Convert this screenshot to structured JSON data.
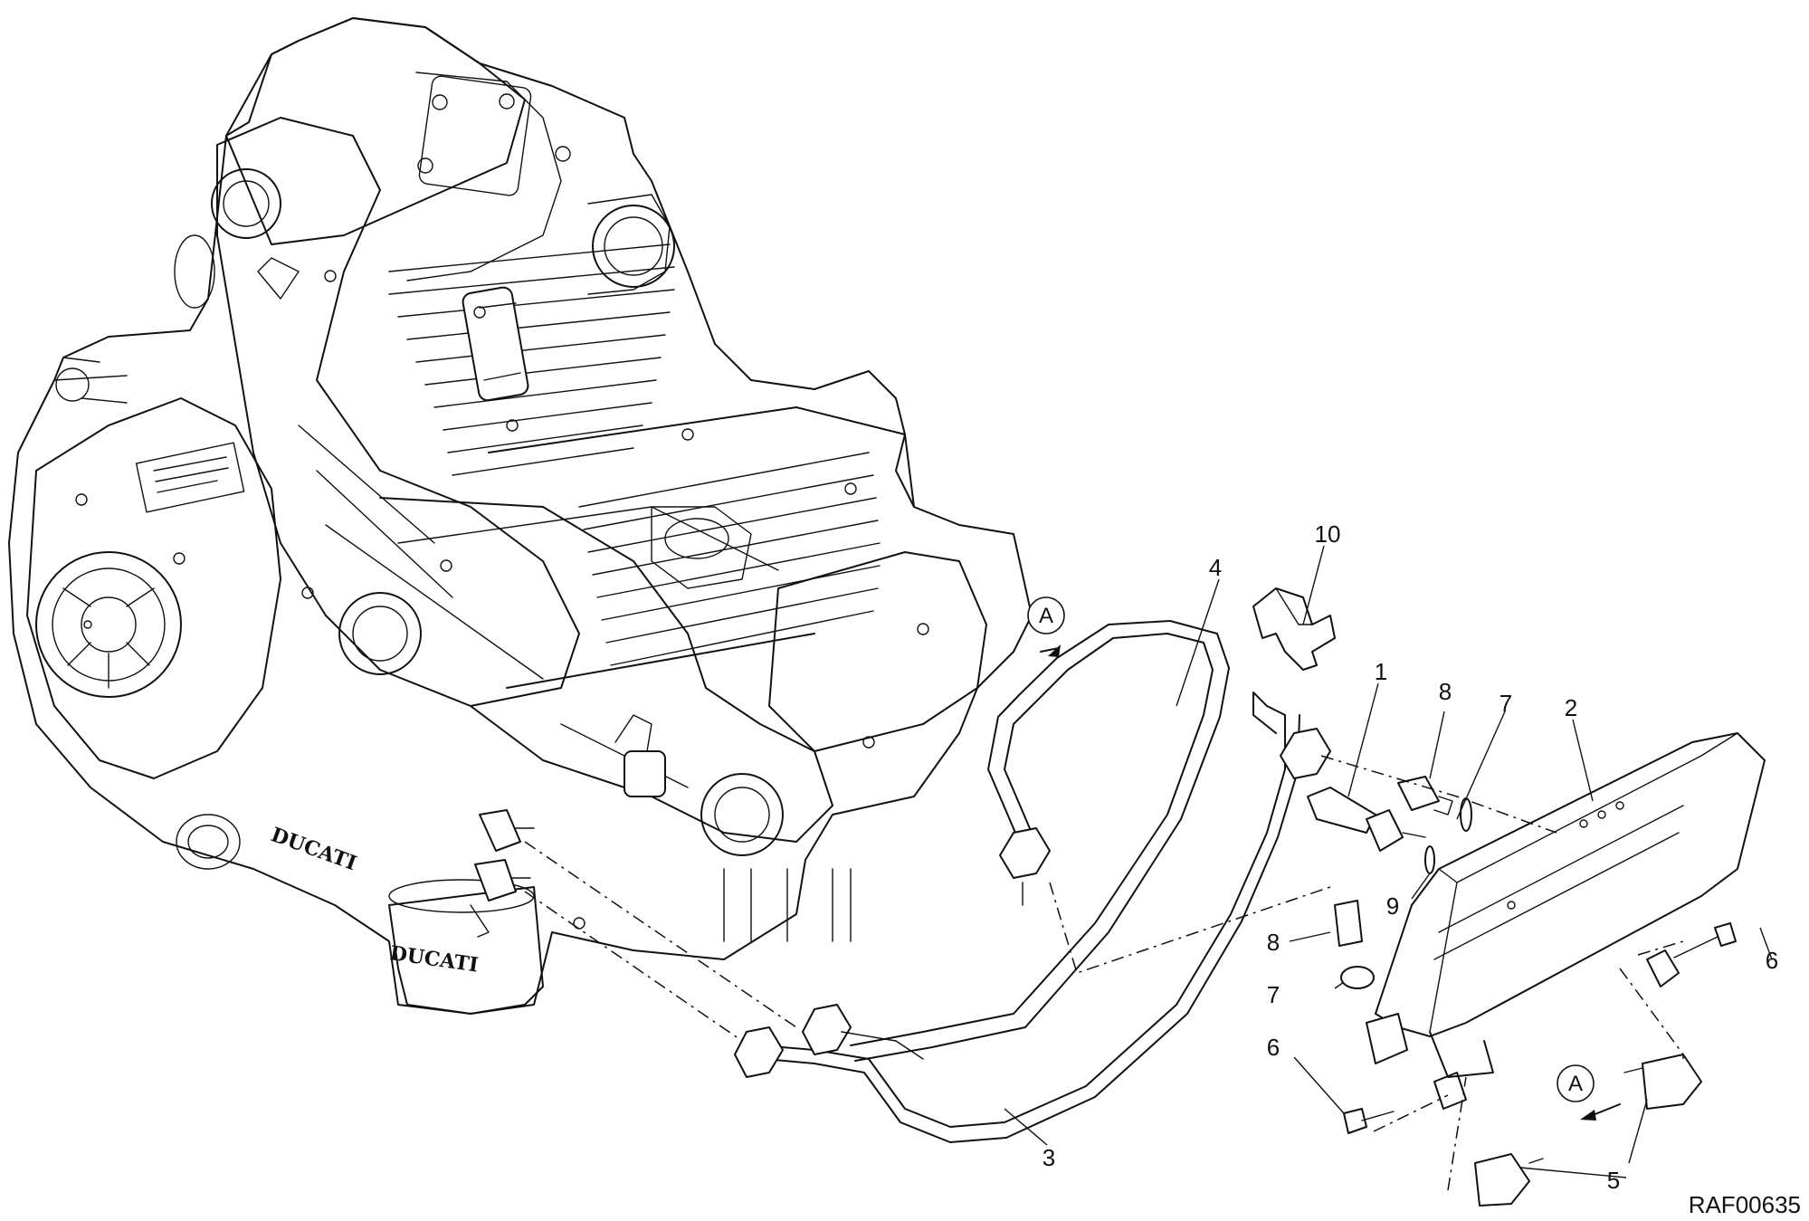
{
  "diagram": {
    "drawing_code": "RAF00635",
    "callouts": [
      "1",
      "2",
      "3",
      "4",
      "5",
      "6",
      "6",
      "7",
      "7",
      "8",
      "8",
      "9",
      "10"
    ],
    "reference_mark": "A",
    "engine_brand": "DUCATI"
  }
}
